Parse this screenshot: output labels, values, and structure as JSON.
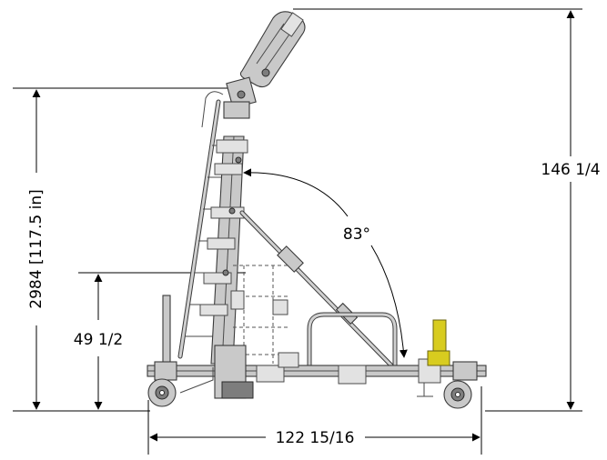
{
  "dimensions": {
    "overall_height": "146 1/4",
    "mast_height": "2984 [117.5 in]",
    "deck_height": "49 1/2",
    "length": "122 15/16",
    "angle": "83°"
  },
  "colors": {
    "steel": "#c9c9c9",
    "outline": "#3a3a3a",
    "accent_yellow": "#d8cc1f",
    "dimension": "#000000"
  }
}
